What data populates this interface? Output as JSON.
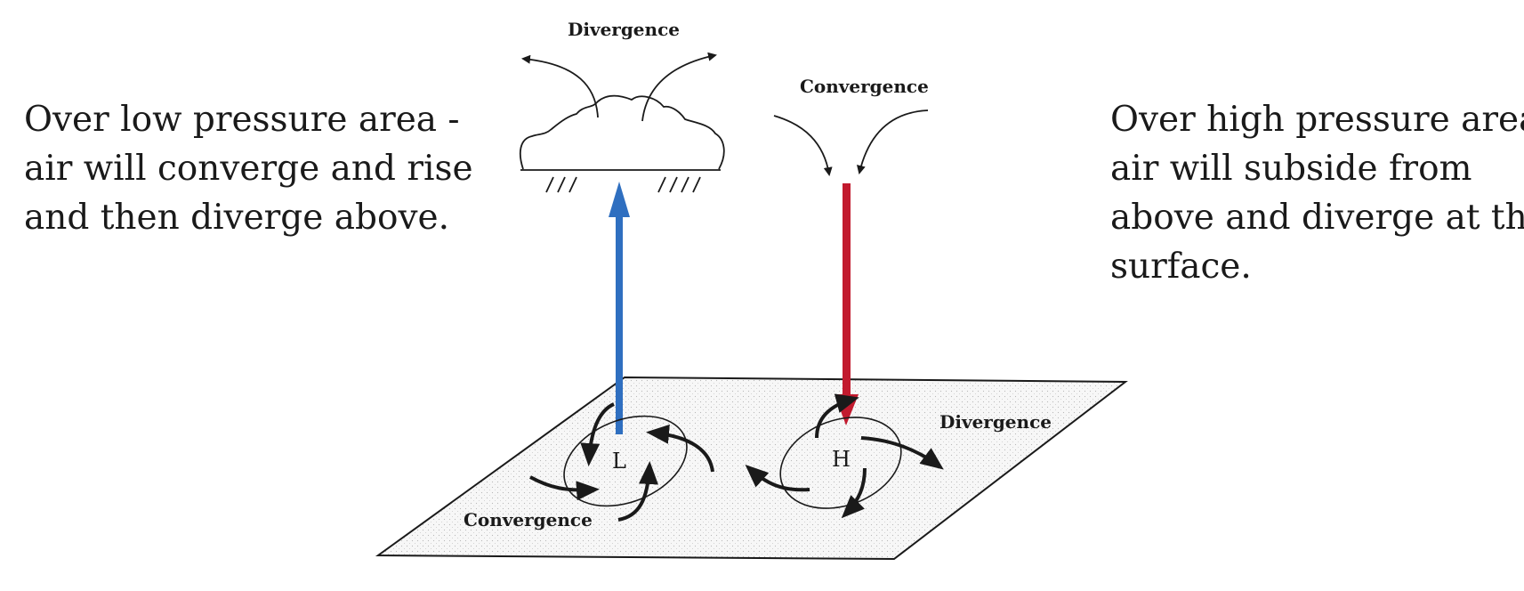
{
  "left_text": {
    "lines": [
      "Over low pressure area -",
      "air will converge and rise",
      "and then diverge above."
    ]
  },
  "right_text": {
    "lines": [
      "Over high pressure area -",
      "air will subside from",
      "above and diverge at the",
      "surface."
    ]
  },
  "diagram": {
    "top_divergence": "Divergence",
    "top_convergence": "Convergence",
    "surface_divergence": "Divergence",
    "surface_convergence": "Convergence",
    "low_letter": "L",
    "high_letter": "H",
    "colors": {
      "rising_arrow": "#2f6fc0",
      "sinking_arrow": "#c21a2e",
      "plane_fill": "#f4f4f4",
      "line": "#1a1a1a"
    }
  }
}
